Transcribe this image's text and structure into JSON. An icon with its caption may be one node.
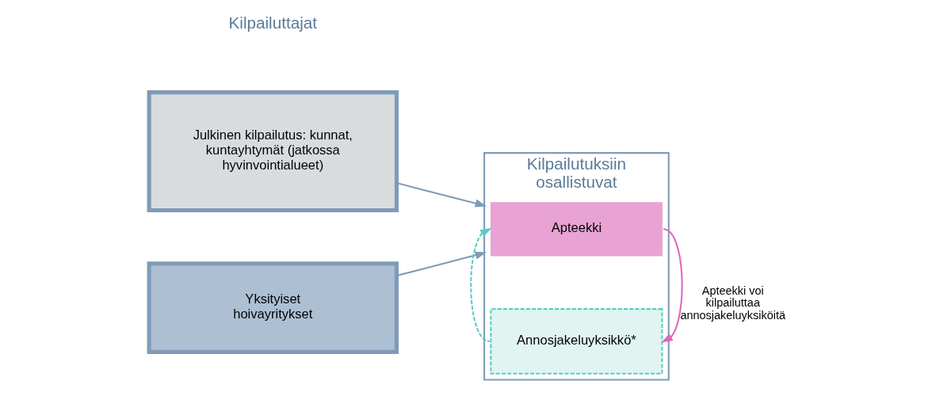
{
  "diagram": {
    "nodes": [
      {
        "text": [
          "Julkinen kilpailutus: kunnat, kuntayhtymät (jatkossa hyvinvointialueet)"
        ]
      },
      {
        "text": [
          "Yksityiset hoivayritykset"
        ]
      },
      {
        "text": [
          "Kilpailutuksiin osallistuvat"
        ]
      },
      {
        "text": [
          "Apteekki"
        ],
        "in": 2
      },
      {
        "text": [
          "Annosjakeluyksikkö*"
        ],
        "in": 2
      }
    ],
    "edges": [
      {
        "from": 0,
        "to": 2,
        "arrow": "to"
      },
      {
        "from": 1,
        "to": 2,
        "arrow": "to"
      },
      {
        "from": 4,
        "to": 3,
        "arrow": "to",
        "style": "dashed",
        "color": "#5ecbc4"
      },
      {
        "from": 3,
        "to": 4,
        "arrow": "to",
        "label": "Apteekki voi kilpailuttaa annosjakeluyksiköitä",
        "color": "#e066bf"
      }
    ],
    "labels": [
      "Kilpailuttajat"
    ]
  }
}
